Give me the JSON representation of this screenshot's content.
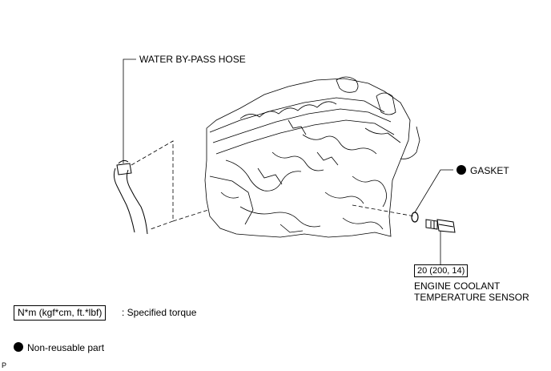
{
  "labels": {
    "water_bypass_hose": "WATER BY-PASS HOSE",
    "gasket": "GASKET",
    "torque_value": "20 (200, 14)",
    "sensor_line1": "ENGINE COOLANT",
    "sensor_line2": "TEMPERATURE SENSOR"
  },
  "legend": {
    "torque_unit": "N*m (kgf*cm, ft.*lbf)",
    "torque_desc": ": Specified torque",
    "nonreusable_desc": "Non-reusable part"
  },
  "figure_code": "P",
  "icons": {
    "nonreusable_marker": "filled-circle-icon"
  }
}
